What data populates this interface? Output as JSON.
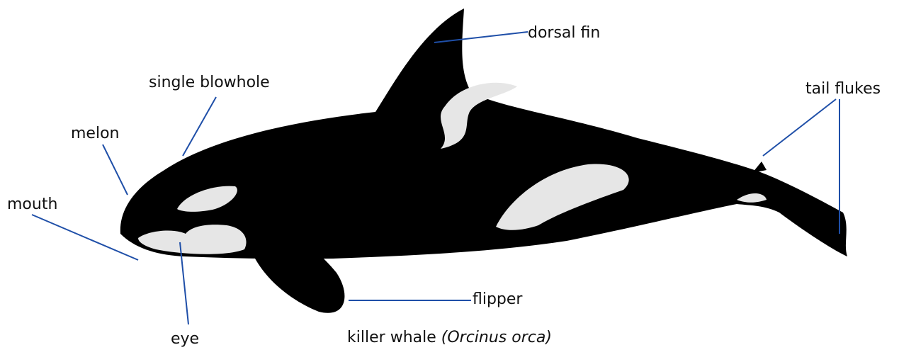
{
  "colors": {
    "body": "#000000",
    "patch": "#e6e6e6",
    "leader": "#1f4fa8",
    "text": "#111111"
  },
  "labels": {
    "dorsal_fin": "dorsal fin",
    "single_blowhole": "single blowhole",
    "melon": "melon",
    "mouth": "mouth",
    "eye": "eye",
    "flipper": "flipper",
    "tail_flukes": "tail flukes"
  },
  "caption": {
    "common": "killer whale ",
    "scientific": "(Orcinus orca)"
  }
}
